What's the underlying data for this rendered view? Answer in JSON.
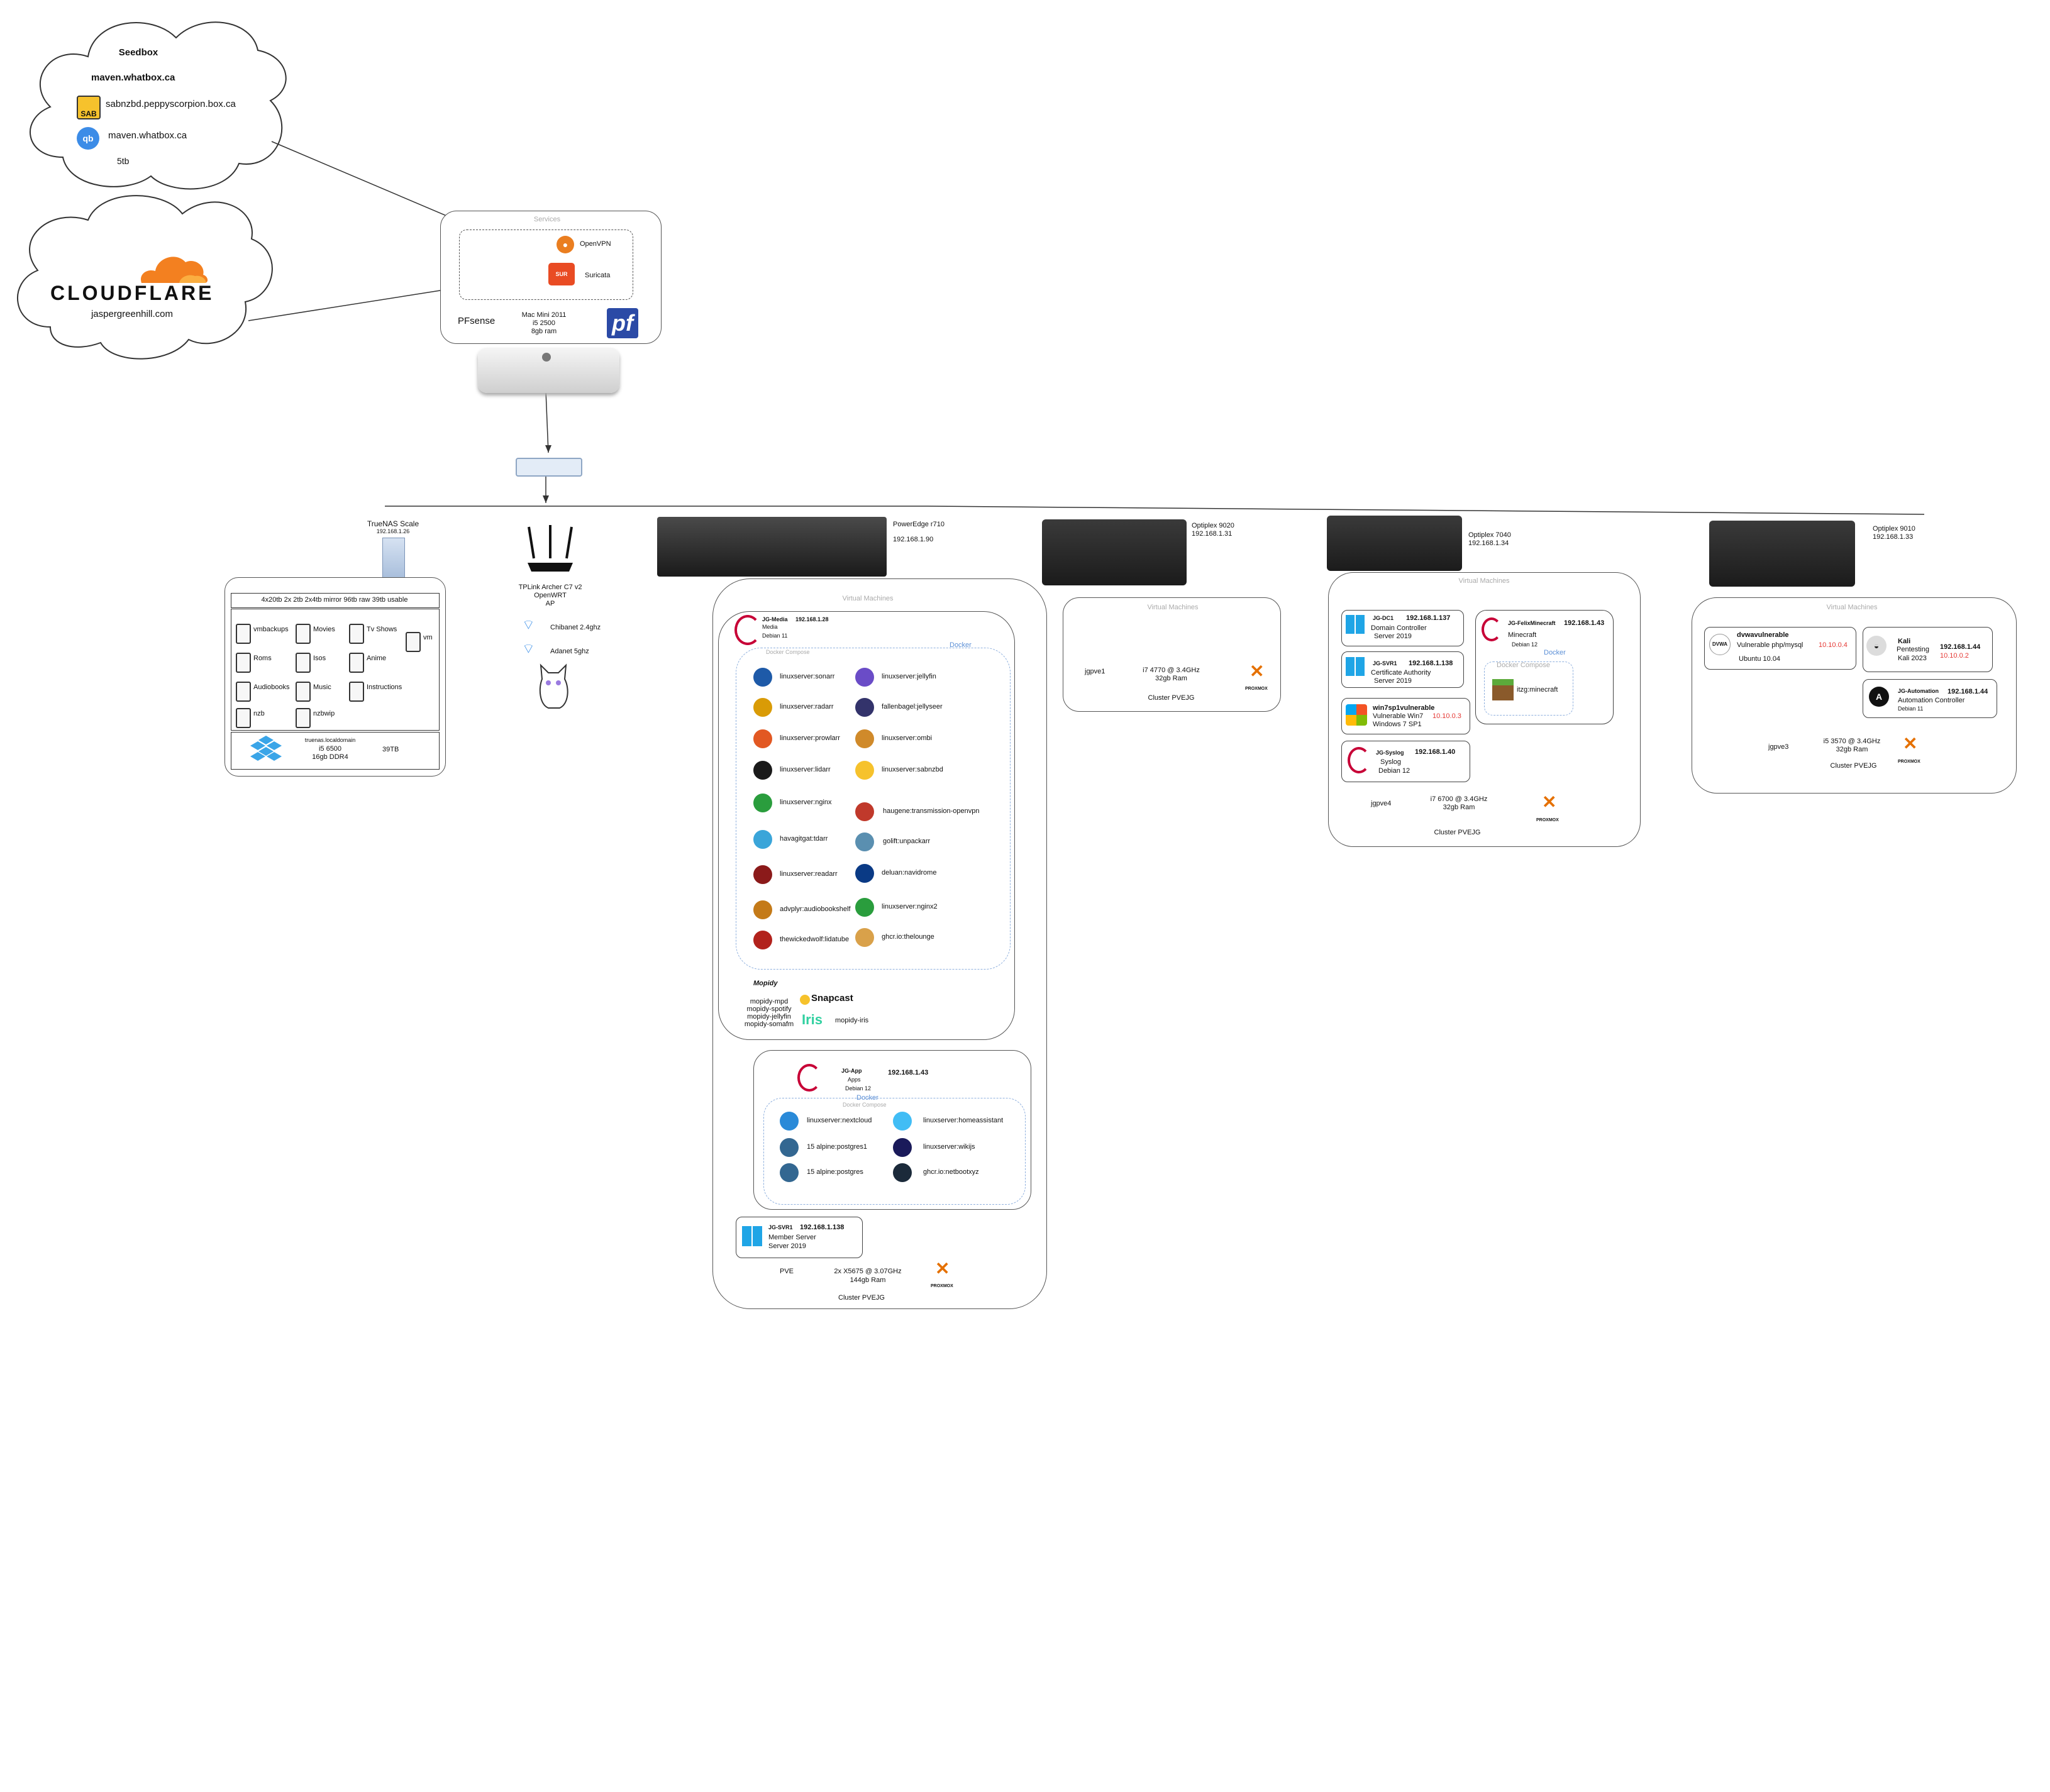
{
  "seedbox": {
    "title": "Seedbox",
    "host": "maven.whatbox.ca",
    "sab": "sabnzbd.peppyscorpion.box.ca",
    "qbit": "maven.whatbox.ca",
    "size": "5tb"
  },
  "cloudflare": {
    "brand": "CLOUDFLARE",
    "domain": "jaspergreenhill.com"
  },
  "pfsense": {
    "services": "Services",
    "openvpn": "OpenVPN",
    "suricata": "Suricata",
    "name": "PFsense",
    "hw": [
      "Mac Mini 2011",
      "i5 2500",
      "8gb ram"
    ]
  },
  "truenas": {
    "title": "TrueNAS Scale",
    "ip": "192.168.1.26",
    "raid": "4x20tb 2x 2tb 2x4tb mirror 96tb raw 39tb usable",
    "shares": [
      "vmbackups",
      "Movies",
      "Tv Shows",
      "vm",
      "Roms",
      "Isos",
      "Anime",
      "Audiobooks",
      "Music",
      "Instructions",
      "nzb",
      "nzbwip"
    ],
    "host": "truenas.localdomain",
    "cpu": "i5 6500",
    "ram": "16gb DDR4",
    "cap": "39TB"
  },
  "router": {
    "lines": [
      "TPLink Archer C7 v2",
      "OpenWRT",
      "AP"
    ],
    "wifi1": "Chibanet 2.4ghz",
    "wifi2": "Adanet 5ghz"
  },
  "r710": {
    "title": "PowerEdge r710",
    "ip": "192.168.1.90",
    "vms": "Virtual Machines",
    "media": {
      "name": "JG-Media",
      "ip": "192.168.1.28",
      "role": "Media",
      "os": "Debian 11",
      "compose": "Docker Compose",
      "docker": "Docker",
      "left": [
        "linuxserver:sonarr",
        "linuxserver:radarr",
        "linuxserver:prowlarr",
        "linuxserver:lidarr",
        "linuxserver:nginx",
        "havagitgat:tdarr",
        "linuxserver:readarr",
        "advplyr:audiobookshelf",
        "thewickedwolf:lidatube"
      ],
      "right": [
        "linuxserver:jellyfin",
        "fallenbagel:jellyseer",
        "linuxserver:ombi",
        "linuxserver:sabnzbd",
        "haugene:transmission-openvpn",
        "golift:unpackarr",
        "deluan:navidrome",
        "linuxserver:nginx2",
        "ghcr.io:thelounge"
      ],
      "mopidy": "Mopidy",
      "mopidy_list": [
        "mopidy-mpd",
        "mopidy-spotify",
        "mopidy-jellyfin",
        "mopidy-somafm"
      ],
      "snapcast": "Snapcast",
      "iris": "Iris",
      "iris_label": "mopidy-iris"
    },
    "app": {
      "name": "JG-App",
      "ip": "192.168.1.43",
      "role": "Apps",
      "os": "Debian 12",
      "docker": "Docker",
      "compose": "Docker Compose",
      "left": [
        "linuxserver:nextcloud",
        "15 alpine:postgres1",
        "15 alpine:postgres"
      ],
      "right": [
        "linuxserver:homeassistant",
        "linuxserver:wikijs",
        "ghcr.io:netbootxyz"
      ]
    },
    "svr": {
      "name": "JG-SVR1",
      "ip": "192.168.1.138",
      "role": "Member Server",
      "os": "Server 2019"
    },
    "node": "PVE",
    "cpu": "2x X5675 @ 3.07GHz",
    "ram": "144gb Ram",
    "cluster": "Cluster PVEJG"
  },
  "o9020": {
    "title": "Optiplex 9020",
    "ip": "192.168.1.31",
    "vms": "Virtual Machines",
    "node": "jgpve1",
    "cpu": "i7 4770 @ 3.4GHz",
    "ram": "32gb Ram",
    "cluster": "Cluster PVEJG"
  },
  "o7040": {
    "title": "Optiplex 7040",
    "ip": "192.168.1.34",
    "vms": "Virtual Machines",
    "dc": {
      "name": "JG-DC1",
      "ip": "192.168.1.137",
      "role": "Domain Controller",
      "os": "Server 2019"
    },
    "svr": {
      "name": "JG-SVR1",
      "ip": "192.168.1.138",
      "role": "Certificate Authority",
      "os": "Server 2019"
    },
    "win7": {
      "name": "win7sp1vulnerable",
      "role": "Vulnerable Win7",
      "ip": "10.10.0.3",
      "os": "Windows 7 SP1"
    },
    "syslog": {
      "name": "JG-Syslog",
      "ip": "192.168.1.40",
      "role": "Syslog",
      "os": "Debian 12"
    },
    "mc": {
      "name": "JG-FelixMinecraft",
      "ip": "192.168.1.43",
      "role": "Minecraft",
      "os": "Debian 12",
      "docker": "Docker",
      "compose": "Docker Compose",
      "container": "itzg:minecraft"
    },
    "node": "jgpve4",
    "cpu": "i7 6700 @ 3.4GHz",
    "ram": "32gb Ram",
    "cluster": "Cluster PVEJG"
  },
  "o9010": {
    "title": "Optiplex 9010",
    "ip": "192.168.1.33",
    "vms": "Virtual Machines",
    "dvwa": {
      "name": "dvwavulnerable",
      "role": "Vulnerable php/mysql",
      "ip": "10.10.0.4",
      "os": "Ubuntu 10.04",
      "logo": "DVWA"
    },
    "kali": {
      "name": "Kali",
      "role": "Pentesting",
      "os": "Kali 2023",
      "ip": "192.168.1.44",
      "ip2": "10.10.0.2"
    },
    "auto": {
      "name": "JG-Automation",
      "ip": "192.168.1.44",
      "role": "Automation Controller",
      "os": "Debian 11"
    },
    "node": "jgpve3",
    "cpu": "i5 3570 @ 3.4GHz",
    "ram": "32gb Ram",
    "cluster": "Cluster PVEJG"
  },
  "proxmox_label": "PROXMOX",
  "colors": {
    "cloudflare": "#f38020",
    "pfsense": "#2b4aa6",
    "red_ip": "#e53935",
    "docker_blue": "#5b8fd6",
    "win_blue": "#1fa5e6"
  }
}
